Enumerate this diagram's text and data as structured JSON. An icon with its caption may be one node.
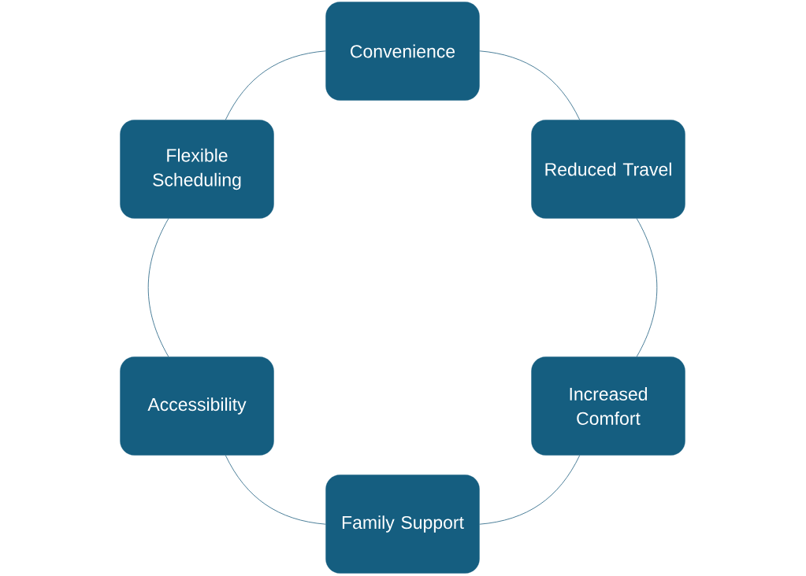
{
  "diagram": {
    "nodes": [
      {
        "text": [
          "Convenience"
        ]
      },
      {
        "text": [
          "Flexible Scheduling"
        ]
      },
      {
        "text": [
          "Reduced Travel"
        ]
      },
      {
        "text": [
          "Accessibility"
        ]
      },
      {
        "text": [
          "Increased Comfort"
        ]
      },
      {
        "text": [
          "Family Support"
        ]
      }
    ],
    "edges": [
      {
        "from": 0,
        "to": 2,
        "arrow": "none"
      },
      {
        "from": 2,
        "to": 4,
        "arrow": "none"
      },
      {
        "from": 4,
        "to": 5,
        "arrow": "none"
      },
      {
        "from": 5,
        "to": 3,
        "arrow": "none"
      },
      {
        "from": 3,
        "to": 1,
        "arrow": "none"
      },
      {
        "from": 1,
        "to": 0,
        "arrow": "none"
      }
    ]
  }
}
